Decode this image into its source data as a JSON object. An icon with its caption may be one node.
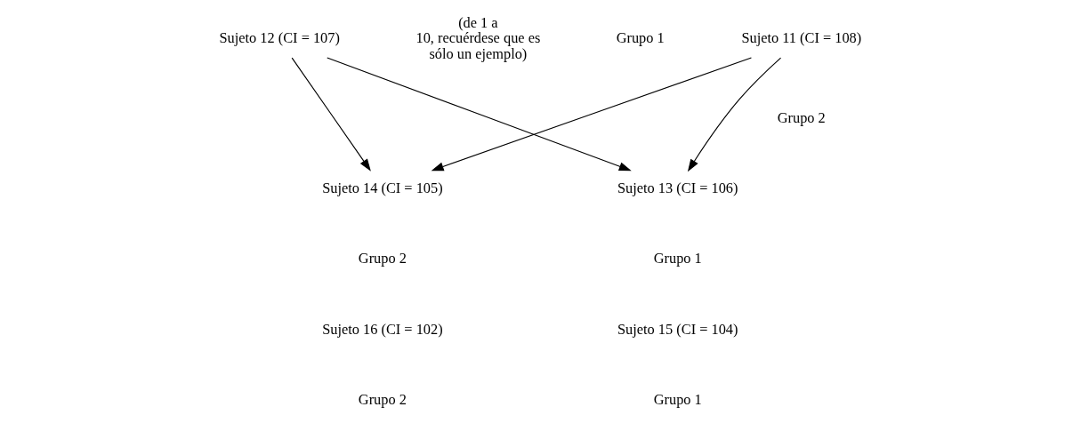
{
  "diagram": {
    "nodes": [
      {
        "text": [
          "Sujeto 11 (CI = 108)"
        ]
      },
      {
        "text": [
          "Sujeto 12 (CI = 107)"
        ]
      },
      {
        "text": [
          "Sujeto 13 (CI = 106)"
        ]
      },
      {
        "text": [
          "Sujeto 14 (CI = 105)"
        ]
      },
      {
        "text": [
          "Sujeto 15 (CI = 104)"
        ]
      },
      {
        "text": [
          "Sujeto 16 (CI = 102)"
        ]
      }
    ],
    "edges": [
      {
        "from": 0,
        "to": 2,
        "arrow": "to"
      },
      {
        "from": 0,
        "to": 3,
        "arrow": "to"
      },
      {
        "from": 1,
        "to": 2,
        "arrow": "to"
      },
      {
        "from": 1,
        "to": 3,
        "arrow": "to"
      }
    ],
    "labels": [
      "(de 1 a 10, recuérdese que es sólo un ejemplo)",
      "Grupo 1",
      "Grupo 2",
      "Grupo 1",
      "Grupo 2",
      "Grupo 1",
      "Grupo 2"
    ]
  }
}
